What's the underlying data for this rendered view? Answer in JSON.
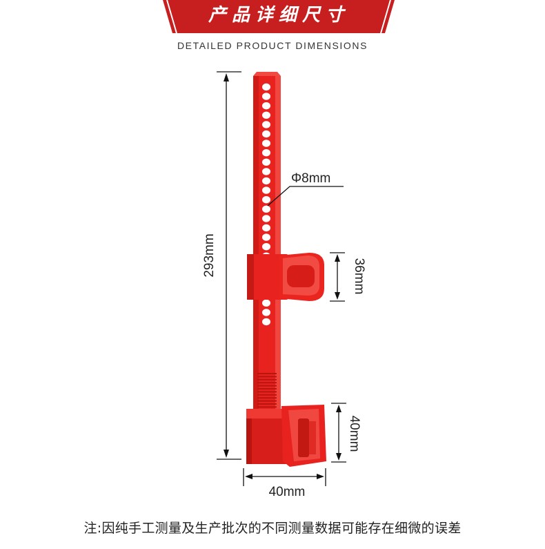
{
  "header": {
    "title": "产品详细尺寸",
    "subtitle": "DETAILED PRODUCT DIMENSIONS",
    "banner_color": "#c71f1f"
  },
  "product": {
    "color": "#e8221e",
    "dimensions": {
      "total_height": "293mm",
      "hole_diameter": "Φ8mm",
      "clamp_height": "36mm",
      "base_height": "40mm",
      "base_width": "40mm"
    }
  },
  "footer": {
    "note": "注:因纯手工测量及生产批次的不同测量数据可能存在细微的误差"
  }
}
